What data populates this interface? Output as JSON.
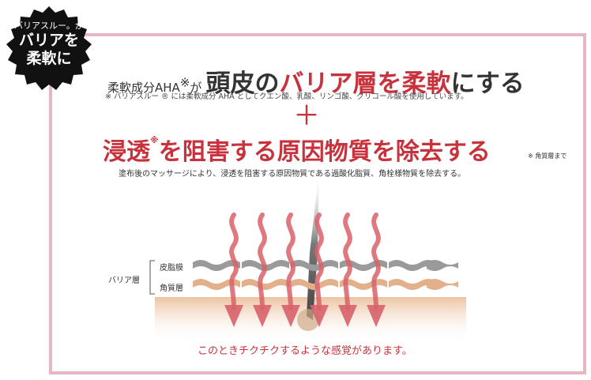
{
  "badge": {
    "line1": "バリアスルー。が",
    "line2": "バリアを",
    "line3": "柔軟に",
    "color": "#111111"
  },
  "headline1": {
    "prefix": "柔軟成分AHA",
    "prefix_mark": "※",
    "prefix_after": "が",
    "big_black_1": "頭皮の",
    "big_red": "バリア層を柔軟",
    "big_black_2": "にする"
  },
  "note1": "※ バリアスルー ® には柔軟成分 AHA としてクエン酸、乳酸、リンゴ酸、グリコール酸を使用しています。",
  "plus": "＋",
  "headline2": {
    "part1": "浸透",
    "mark": "※",
    "part2": "を阻害する原因物質を除去する"
  },
  "note2": "※ 角質層まで",
  "description": "塗布後のマッサージにより、浸透を阻害する原因物質である過酸化脂質、角栓様物質を除去する。",
  "diagram": {
    "barrier_label": "バリア層",
    "layer_sebum": "皮脂膜",
    "layer_horny": "角質層",
    "arrow_color": "#d9626b",
    "sebum_color": "#9a9a9a",
    "horny_color": "#e2b08a",
    "skin_color": "#ebbf9c"
  },
  "bottom_text": "このときチクチクするような感覚があります。",
  "colors": {
    "accent": "#c8323c",
    "frame": "#e6b7c3"
  }
}
